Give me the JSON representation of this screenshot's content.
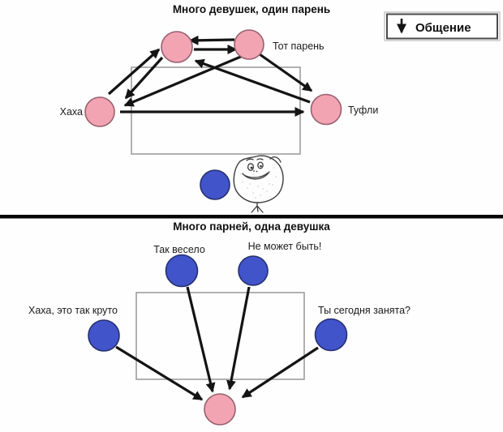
{
  "colors": {
    "girl_fill": "#f3a4b2",
    "girl_stroke": "#97606f",
    "guy_fill": "#4254ca",
    "guy_stroke": "#25306f",
    "arrow": "#141414",
    "group_box": "#979797",
    "divider": "#060606",
    "background": "#fefefe"
  },
  "legend": {
    "icon": "down-arrow-icon",
    "label": "Общение"
  },
  "top": {
    "title": "Много девушек, один парень",
    "label_left": "Хаха",
    "label_top_right": "Тот парень",
    "label_right": "Туфли"
  },
  "bottom": {
    "title": "Много парней, одна девушка",
    "label_top_left": "Так весело",
    "label_top_right": "Не может быть!",
    "label_left": "Хаха, это так круто",
    "label_right": "Ты сегодня занята?"
  }
}
